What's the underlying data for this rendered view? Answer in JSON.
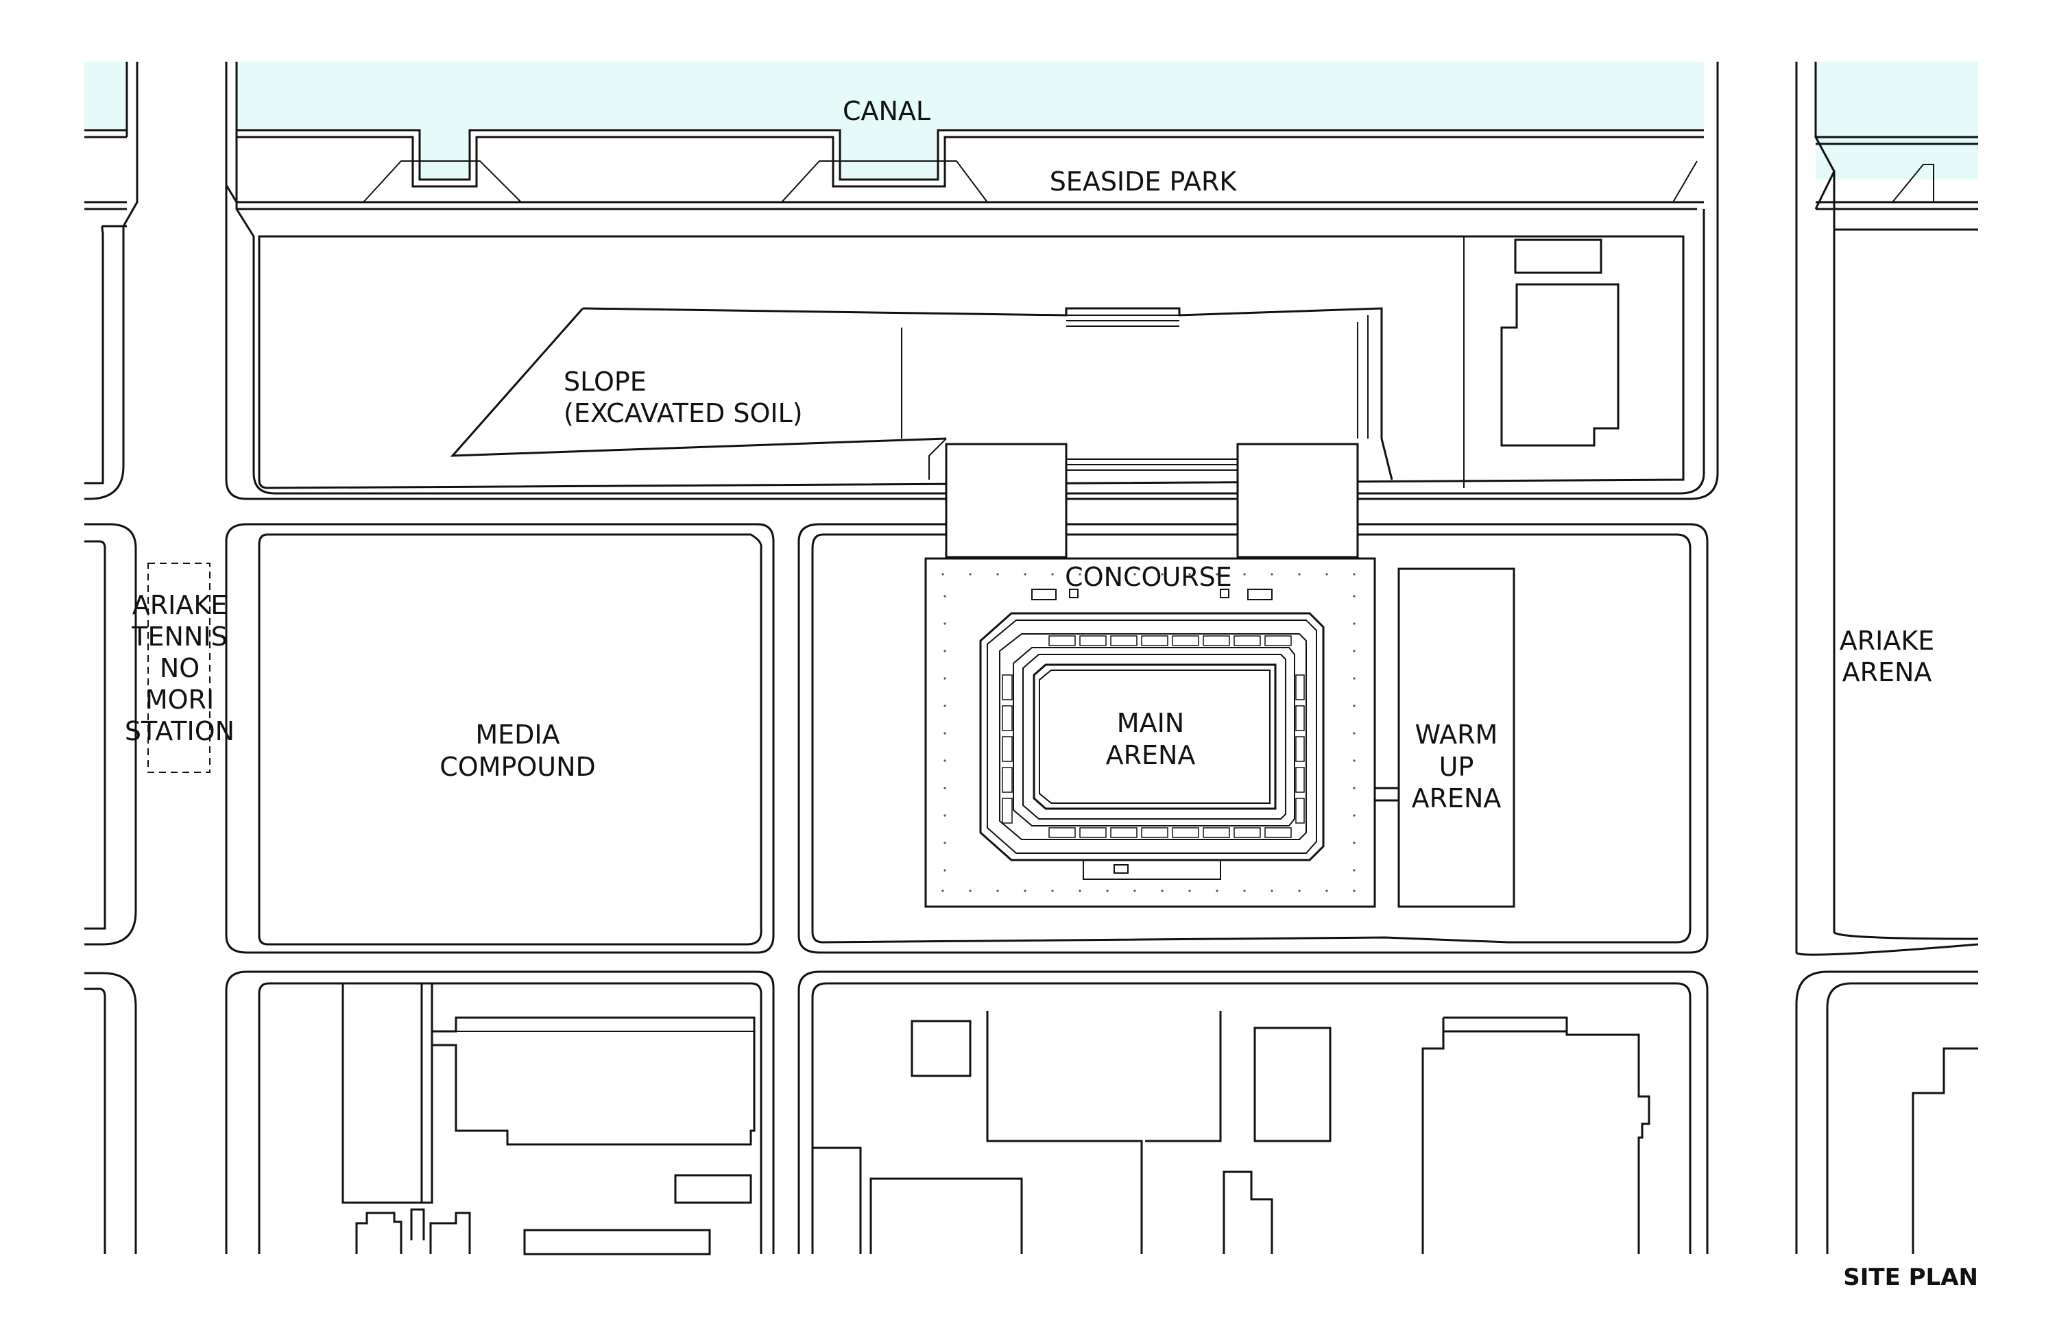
{
  "title": "SITE PLAN",
  "colors": {
    "water": "#e4fbfa",
    "line": "#111111",
    "background": "#ffffff"
  },
  "labels": {
    "canal": "CANAL",
    "seaside_park": "SEASIDE PARK",
    "slope": [
      "SLOPE",
      "(EXCAVATED SOIL)"
    ],
    "concourse": "CONCOURSE",
    "main_arena": [
      "MAIN",
      "ARENA"
    ],
    "warm_up_arena": [
      "WARM",
      "UP",
      "ARENA"
    ],
    "media_compound": [
      "MEDIA",
      "COMPOUND"
    ],
    "station": [
      "ARIAKE",
      "TENNIS",
      "NO",
      "MORI",
      "STATION"
    ],
    "ariake_arena": [
      "ARIAKE",
      "ARENA"
    ]
  }
}
